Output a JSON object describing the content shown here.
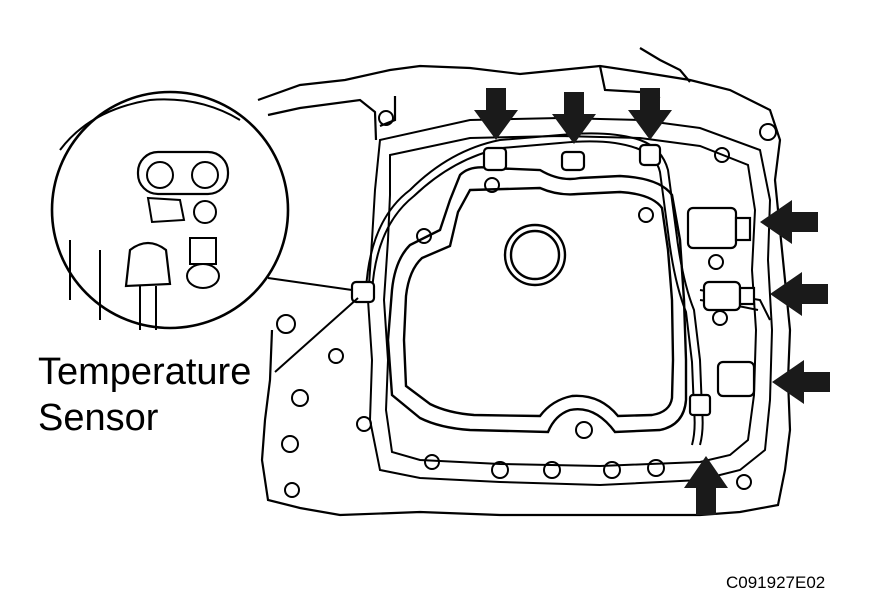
{
  "callout": {
    "line1": "Temperature",
    "line2": "Sensor"
  },
  "figure_code": "C091927E02",
  "colors": {
    "ink": "#000000",
    "paper": "#ffffff",
    "arrow": "#1a1a1a"
  },
  "icons": [
    "arrow-down-icon",
    "arrow-left-icon",
    "arrow-up-icon",
    "magnifier-circle-icon"
  ]
}
